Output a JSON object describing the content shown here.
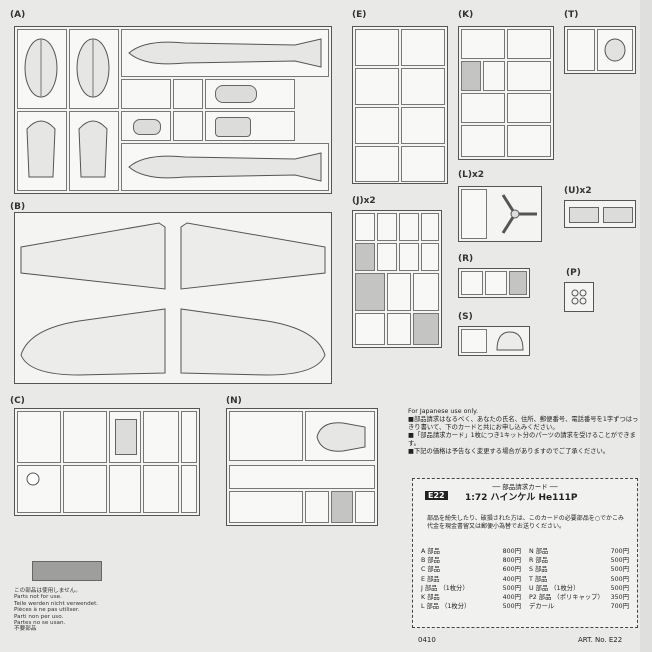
{
  "sheet": {
    "runner_labels": {
      "A": "(A)",
      "B": "(B)",
      "C": "(C)",
      "E": "(E)",
      "J": "(J)x2",
      "K": "(K)",
      "L": "(L)x2",
      "N": "(N)",
      "P": "(P)",
      "R": "(R)",
      "S": "(S)",
      "T": "(T)",
      "U": "(U)x2"
    }
  },
  "notice": {
    "line1": "For Japanese use only.",
    "line2": "■部品請求はなるべく、あなたの氏名、住所、郵便番号、電話番号を1字ずつはっきり書いて、下のカードと共にお申し込みください。",
    "line3": "■「部品請求カード」1枚につき1キット分のパーツの請求を受けることができます。",
    "line4": "■下記の価格は予告なく変更する場合がありますのでご了承ください。"
  },
  "card": {
    "title": "── 部品請求カード ──",
    "code": "E22",
    "product": "1:72 ハインケル He111P",
    "instructions": "部品を紛失したり、破損された方は、このカードの必要部品を○でかこみ代金を現金書留又は郵便小為替でお送りください。",
    "parts_left": [
      {
        "name": "A 部品",
        "price": "800円"
      },
      {
        "name": "B 部品",
        "price": "800円"
      },
      {
        "name": "C 部品",
        "price": "600円"
      },
      {
        "name": "E 部品",
        "price": "400円"
      },
      {
        "name": "J 部品 （1枚分）",
        "price": "500円"
      },
      {
        "name": "K 部品",
        "price": "400円"
      },
      {
        "name": "L 部品 （1枚分）",
        "price": "500円"
      }
    ],
    "parts_right": [
      {
        "name": "N 部品",
        "price": "700円"
      },
      {
        "name": "R 部品",
        "price": "500円"
      },
      {
        "name": "S 部品",
        "price": "500円"
      },
      {
        "name": "T 部品",
        "price": "500円"
      },
      {
        "name": "U 部品 （1枚分）",
        "price": "500円"
      },
      {
        "name": "P2 部品 （ポリキャップ）",
        "price": "350円"
      },
      {
        "name": "デカール",
        "price": "700円"
      }
    ]
  },
  "not_for_use": {
    "lines": [
      "この部品は使用しません。",
      "Parts not for use.",
      "Teile werden nicht verwendet.",
      "Pièces à ne pas utiliser.",
      "Parti non per uso.",
      "Partes no se usan.",
      "不要部品"
    ]
  },
  "footer": {
    "left_code": "0410",
    "art_no": "ART. No. E22"
  }
}
